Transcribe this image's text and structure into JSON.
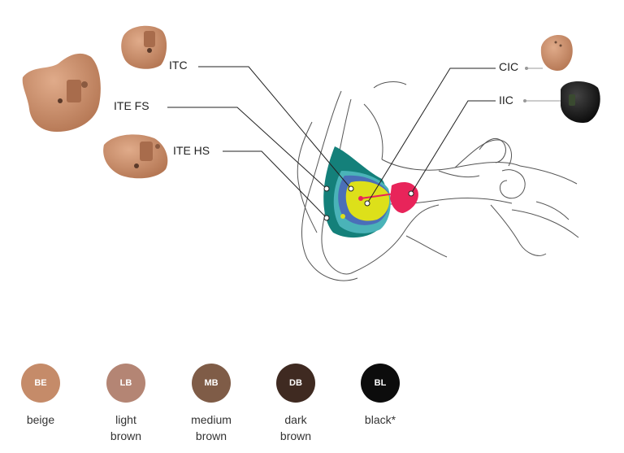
{
  "labels": {
    "itc": "ITC",
    "ite_fs": "ITE FS",
    "ite_hs": "ITE HS",
    "cic": "CIC",
    "iic": "IIC"
  },
  "colors": {
    "ite_hs_zone": "#14807a",
    "ite_fs_zone": "#4ab3b8",
    "itc_zone": "#4a6fb8",
    "cic_zone": "#dde01a",
    "iic_zone": "#e8245a",
    "device_skin": "#c88f6c",
    "device_black": "#1a1a1a"
  },
  "swatches": [
    {
      "code": "BE",
      "name_line1": "beige",
      "name_line2": "",
      "color": "#c58b69"
    },
    {
      "code": "LB",
      "name_line1": "light",
      "name_line2": "brown",
      "color": "#b48574"
    },
    {
      "code": "MB",
      "name_line1": "medium",
      "name_line2": "brown",
      "color": "#7f5c47"
    },
    {
      "code": "DB",
      "name_line1": "dark",
      "name_line2": "brown",
      "color": "#3f2a21"
    },
    {
      "code": "BL",
      "name_line1": "black*",
      "name_line2": "",
      "color": "#0c0c0c"
    }
  ]
}
